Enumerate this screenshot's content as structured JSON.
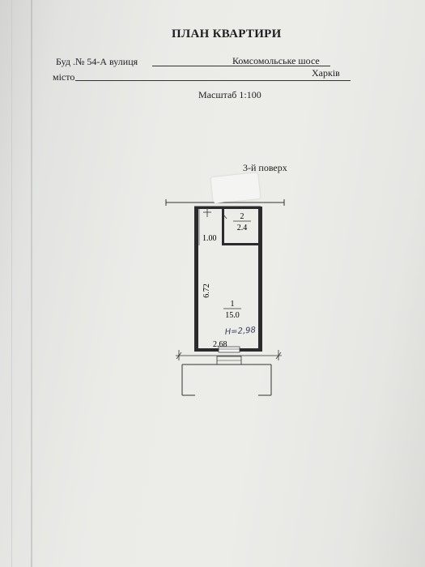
{
  "document": {
    "title": "ПЛАН КВАРТИРИ",
    "building_line": "Буд .№ 54-А  вулиця",
    "street": "Комсомольське шосе",
    "city_label": "місто",
    "city": "Харків",
    "scale": "Масштаб 1:100",
    "floor": "3-й поверх"
  },
  "plan": {
    "rooms": [
      {
        "number": "1",
        "area": "15.0"
      },
      {
        "number": "2",
        "area": "2.4"
      }
    ],
    "dimensions": {
      "length": "6.72",
      "width": "2.68",
      "bath_depth": "1.00"
    },
    "height_note": "H=2,98"
  }
}
